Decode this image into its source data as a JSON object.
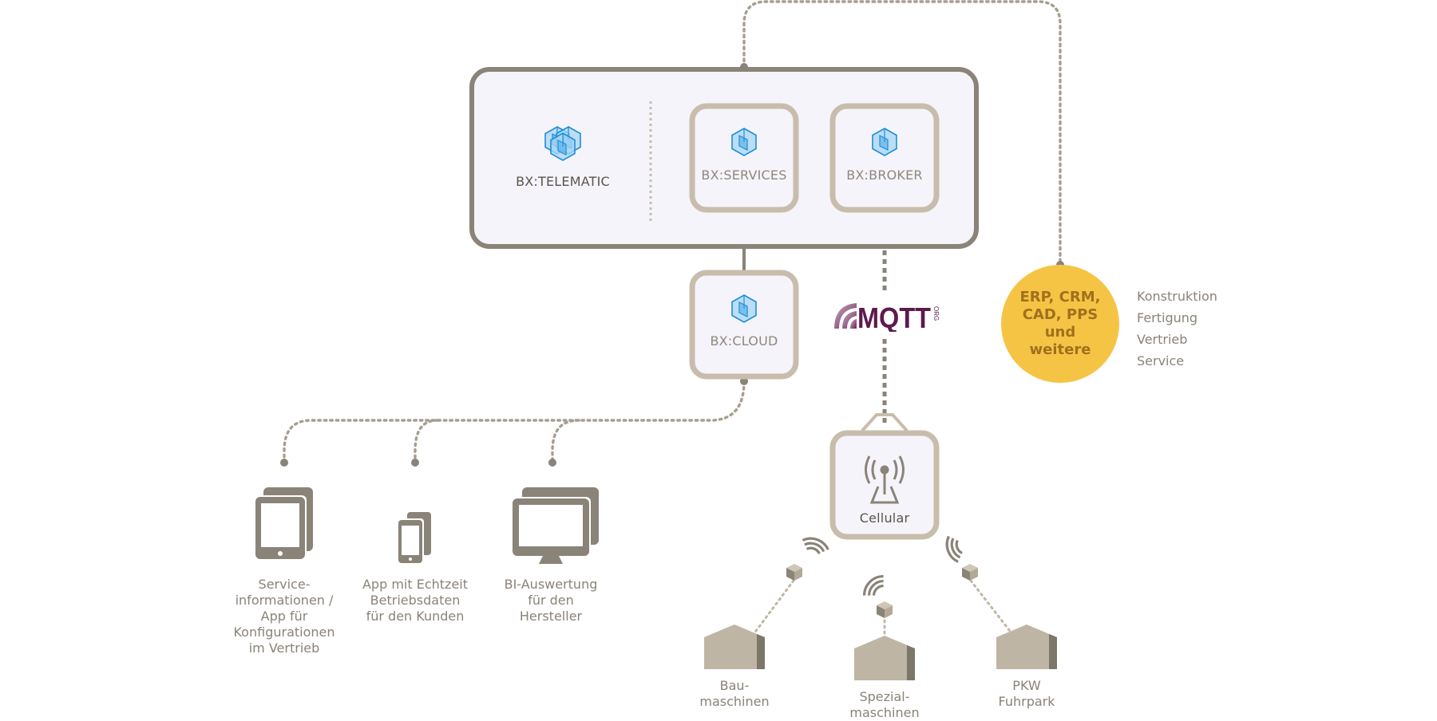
{
  "modules": {
    "telematic": "BX:TELEMATIC",
    "services": "BX:SERVICES",
    "broker": "BX:BROKER",
    "cloud": "BX:CLOUD",
    "cellular": "Cellular"
  },
  "mqtt_logo": {
    "word": "MQTT",
    "suffix": "ORG"
  },
  "erp": {
    "label": "ERP, CRM,\nCAD, PPS\nund\nweitere",
    "color": "#f6c445"
  },
  "erp_list": [
    "Konstruktion",
    "Fertigung",
    "Vertrieb",
    "Service"
  ],
  "devices": [
    {
      "label": "Service-\ninformationen /\nApp für\nKonfigurationen\nim Vertrieb",
      "icon": "tablet-stack-icon"
    },
    {
      "label": "App mit Echtzeit\nBetriebsdaten\nfür den Kunden",
      "icon": "phone-stack-icon"
    },
    {
      "label": "BI-Auswertung\nfür den\nHersteller",
      "icon": "monitor-stack-icon"
    }
  ],
  "machines": [
    {
      "label": "Bau-\nmaschinen",
      "icon": "machine-box-icon"
    },
    {
      "label": "Spezial-\nmaschinen",
      "icon": "machine-box-icon"
    },
    {
      "label": "PKW\nFuhrpark",
      "icon": "machine-box-icon"
    }
  ],
  "colors": {
    "frame": "#8a8378",
    "module_border": "#c8bdac",
    "panel_bg": "#f5f4fa",
    "dotted": "#a79e90",
    "hex_blue": "#1e8fd6"
  }
}
